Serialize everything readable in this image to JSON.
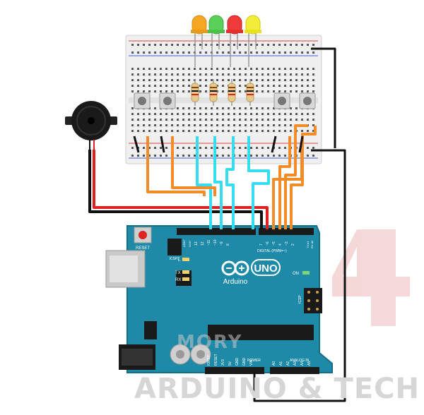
{
  "board": {
    "reset_label": "RESET",
    "icsp2_label": "ICSP2",
    "icsp_label": "ICSP",
    "aref_label": "AREF",
    "gnd_label": "GND",
    "l_label": "L",
    "tx_label": "TX",
    "rx_label": "RX",
    "on_label": "ON",
    "logo_text": "Arduino",
    "uno_text": "UNO",
    "digital_label": "DIGITAL (PWM=~)",
    "analog_label": "ANALOG IN",
    "power_label": "POWER",
    "tx_pin_label": "TX ▸1",
    "rx_pin_label": "RX ◂0",
    "digital_pins": [
      "13",
      "12",
      "~11",
      "~10",
      "~9",
      "8",
      "7",
      "~6",
      "~5",
      "4",
      "~3",
      "2"
    ],
    "power_pins": [
      "IOREF",
      "RESET",
      "3V3",
      "5V",
      "GND",
      "GND",
      "VIN"
    ],
    "analog_pins": [
      "A0",
      "A1",
      "A2",
      "A3",
      "A4",
      "A5"
    ]
  },
  "components": {
    "leds": [
      "orange",
      "green",
      "red",
      "yellow"
    ],
    "buttons": 4,
    "resistors": 4
  },
  "colors": {
    "board": "#1f8aa8",
    "breadboard": "#efefef",
    "wire_orange": "#f28c28",
    "wire_cyan": "#36dcef",
    "wire_red": "#e02020",
    "wire_black": "#111111",
    "watermark": "#e8a9ab"
  },
  "watermark": {
    "brand": "ARDUINO & TECH",
    "sub": "MORY"
  }
}
